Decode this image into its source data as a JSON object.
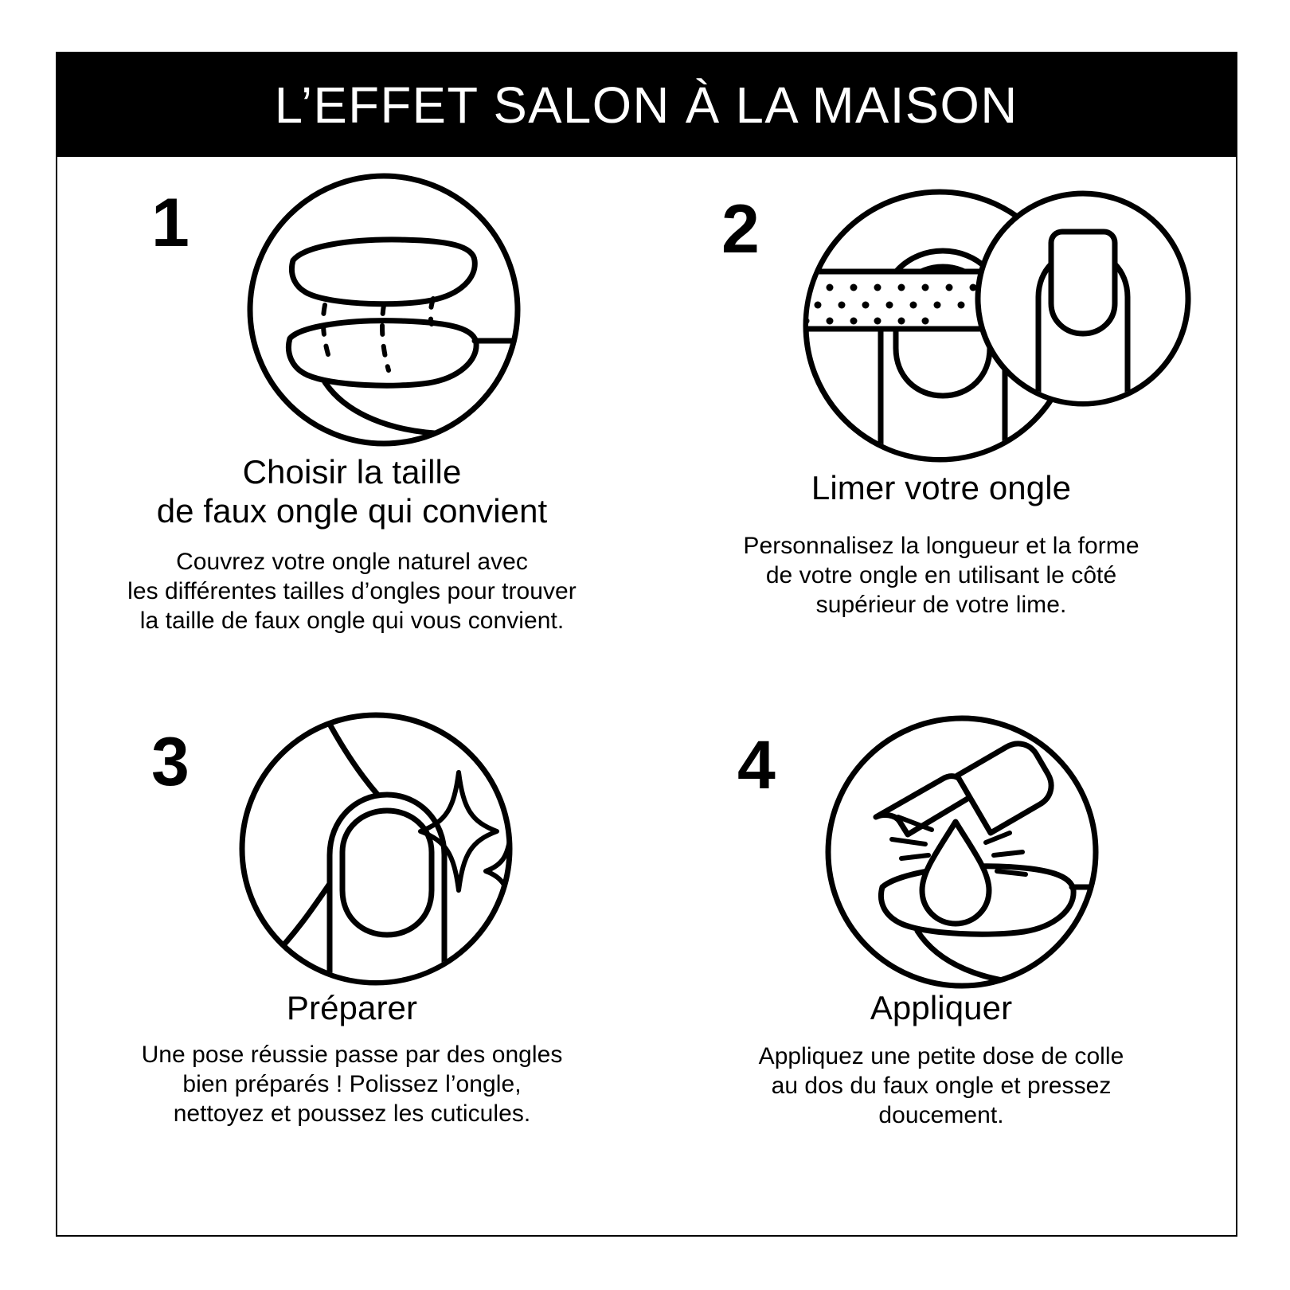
{
  "header": {
    "title": "L’EFFET SALON À LA MAISON",
    "background_color": "#000000",
    "text_color": "#ffffff"
  },
  "frame": {
    "border_color": "#000000",
    "background_color": "#ffffff"
  },
  "steps": [
    {
      "number": "1",
      "icon_name": "false-nail-sizing-icon",
      "title_line1": "Choisir la taille",
      "title_line2": "de faux ongle qui convient",
      "body_line1": "Couvrez votre ongle naturel avec",
      "body_line2": "les différentes tailles d’ongles pour trouver",
      "body_line3": "la taille de faux ongle qui vous convient."
    },
    {
      "number": "2",
      "icon_name": "nail-file-icon",
      "title_line1": "Limer votre ongle",
      "title_line2": "",
      "body_line1": "Personnalisez la longueur et la forme",
      "body_line2": "de votre ongle en utilisant le côté",
      "body_line3": "supérieur de votre lime."
    },
    {
      "number": "3",
      "icon_name": "sparkling-clean-nail-icon",
      "title_line1": "Préparer",
      "title_line2": "",
      "body_line1": "Une pose réussie passe par des ongles",
      "body_line2": "bien préparés ! Polissez l’ongle,",
      "body_line3": "nettoyez et poussez les cuticules."
    },
    {
      "number": "4",
      "icon_name": "glue-drop-icon",
      "title_line1": "Appliquer",
      "title_line2": "",
      "body_line1": "Appliquez une petite dose de colle",
      "body_line2": "au dos du faux ongle et pressez",
      "body_line3": "doucement."
    }
  ]
}
